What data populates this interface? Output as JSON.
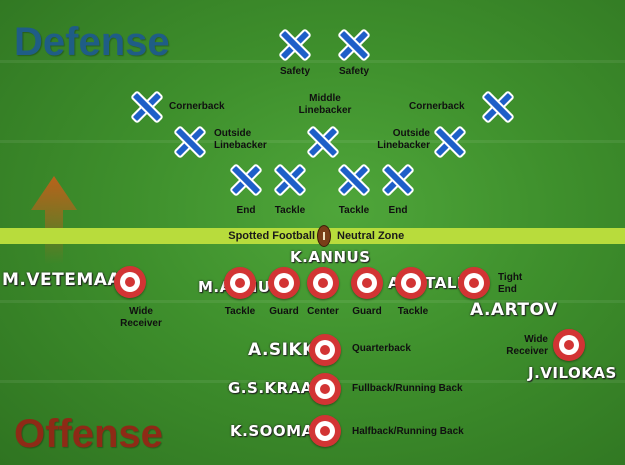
{
  "titles": {
    "defense": "Defense",
    "offense": "Offense"
  },
  "neutral_zone": {
    "ball_label": "Spotted Football",
    "zone_label": "Neutral Zone"
  },
  "defense": {
    "safety_left": "Safety",
    "safety_right": "Safety",
    "cornerback_left": "Cornerback",
    "cornerback_right": "Cornerback",
    "middle_linebacker": "Middle\nLinebacker",
    "outside_linebacker_left": "Outside\nLinebacker",
    "outside_linebacker_right": "Outside\nLinebacker",
    "end_left": "End",
    "tackle_left": "Tackle",
    "tackle_right": "Tackle",
    "end_right": "End"
  },
  "offense": {
    "wide_receiver_left": "Wide\nReceiver",
    "tackle_left": "Tackle",
    "guard_left": "Guard",
    "center": "Center",
    "guard_right": "Guard",
    "tackle_right": "Tackle",
    "tight_end": "Tight\nEnd",
    "wide_receiver_right": "Wide\nReceiver",
    "quarterback": "Quarterback",
    "fullback": "Fullback/Running Back",
    "halfback": "Halfback/Running Back"
  },
  "player_names": {
    "wide_receiver_left": "M.VETEMAA",
    "tackle_left": "M.ANNUS",
    "center": "K.ANNUS",
    "tackle_right": "A.A.TALI",
    "tight_end": "A.ARTOV",
    "quarterback": "A.SIKK",
    "fullback": "G.S.KRAAS",
    "halfback": "K.SOOMAN",
    "wide_receiver_right": "J.VILOKAS"
  },
  "colors": {
    "defense_mark": "#1e5fc8",
    "offense_mark": "#d23434",
    "neutral_zone": "#b8dc3c",
    "arrow": "#c0601a"
  }
}
